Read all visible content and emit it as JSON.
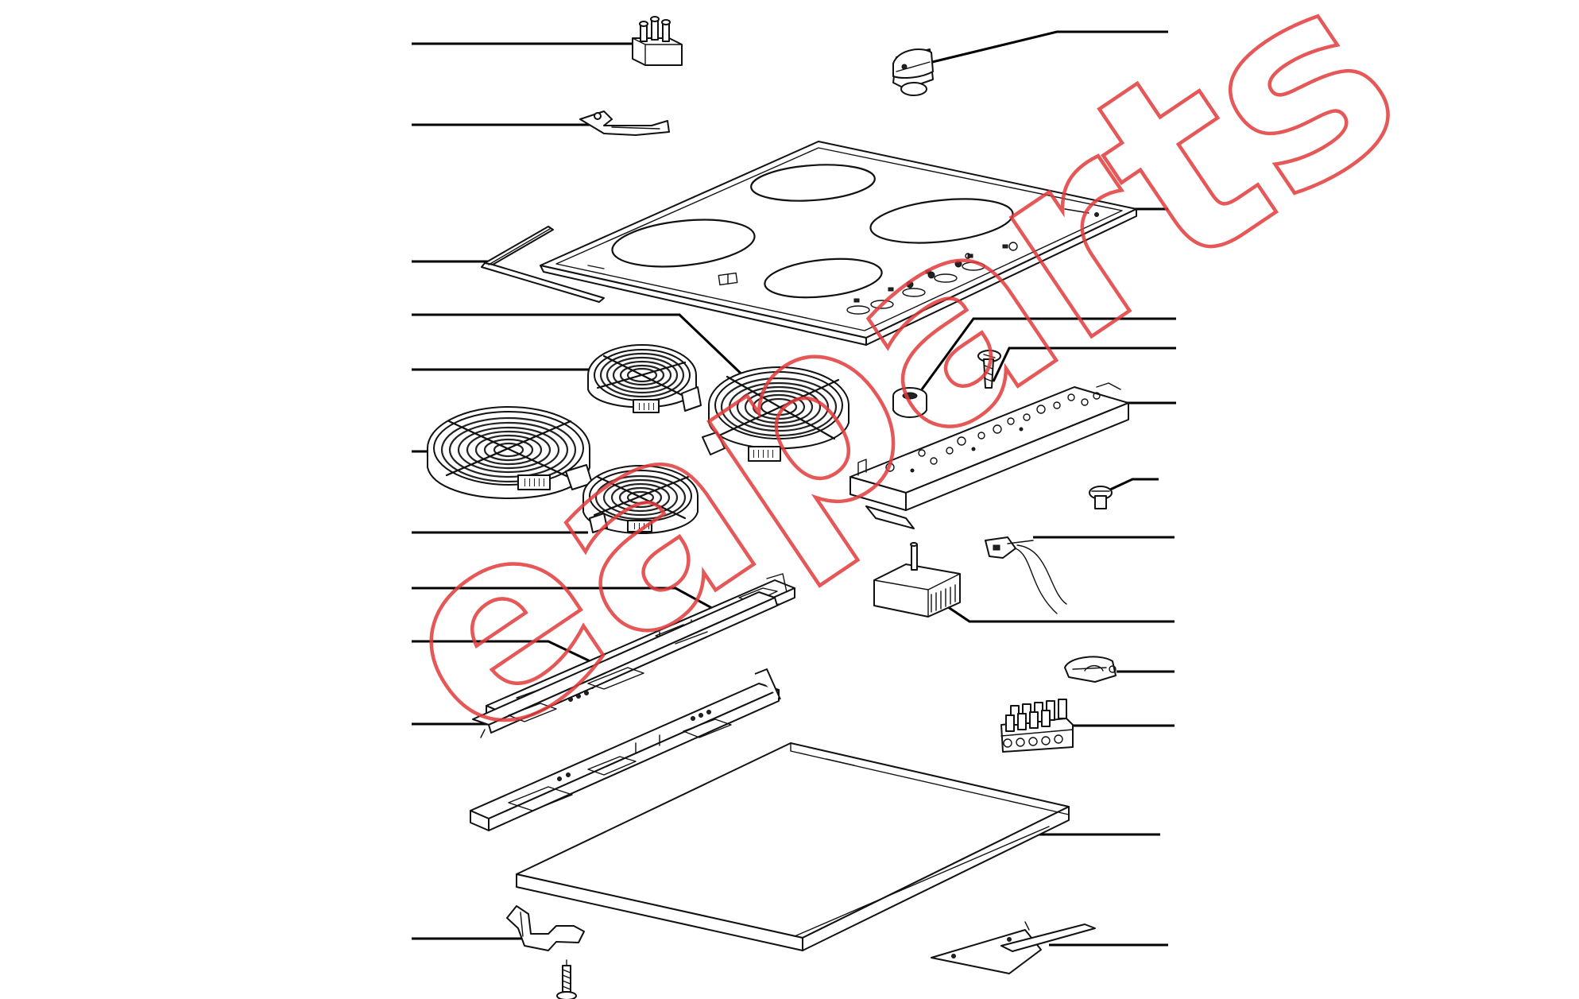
{
  "diagram": {
    "kind": "exploded parts view",
    "watermark": "eaparts",
    "watermark_color": "#e23a3a",
    "line_color": "#111111",
    "background": "#ffffff",
    "parts": [
      {
        "id": "terminal-connector",
        "side": "left"
      },
      {
        "id": "bracket-clip",
        "side": "left"
      },
      {
        "id": "seal-strip",
        "side": "left"
      },
      {
        "id": "heating-element-large-right",
        "side": "left"
      },
      {
        "id": "heating-element-small-rear",
        "side": "left"
      },
      {
        "id": "heating-element-large-left",
        "side": "left"
      },
      {
        "id": "heating-element-small-front",
        "side": "left"
      },
      {
        "id": "support-rail-front",
        "side": "left"
      },
      {
        "id": "support-rail-middle",
        "side": "left"
      },
      {
        "id": "support-rail-rear",
        "side": "left"
      },
      {
        "id": "fixing-clip",
        "side": "left"
      },
      {
        "id": "control-knob",
        "side": "right"
      },
      {
        "id": "glass-ceramic-hob-top",
        "side": "right"
      },
      {
        "id": "knob-bushing",
        "side": "right"
      },
      {
        "id": "screw",
        "side": "right"
      },
      {
        "id": "control-panel-bracket",
        "side": "right"
      },
      {
        "id": "indicator-lamp",
        "side": "right"
      },
      {
        "id": "thermostat-switch",
        "side": "right"
      },
      {
        "id": "energy-regulator",
        "side": "right"
      },
      {
        "id": "cable-clamp",
        "side": "right"
      },
      {
        "id": "terminal-block",
        "side": "right"
      },
      {
        "id": "bottom-tray",
        "side": "right"
      },
      {
        "id": "mounting-bracket",
        "side": "right"
      }
    ]
  }
}
